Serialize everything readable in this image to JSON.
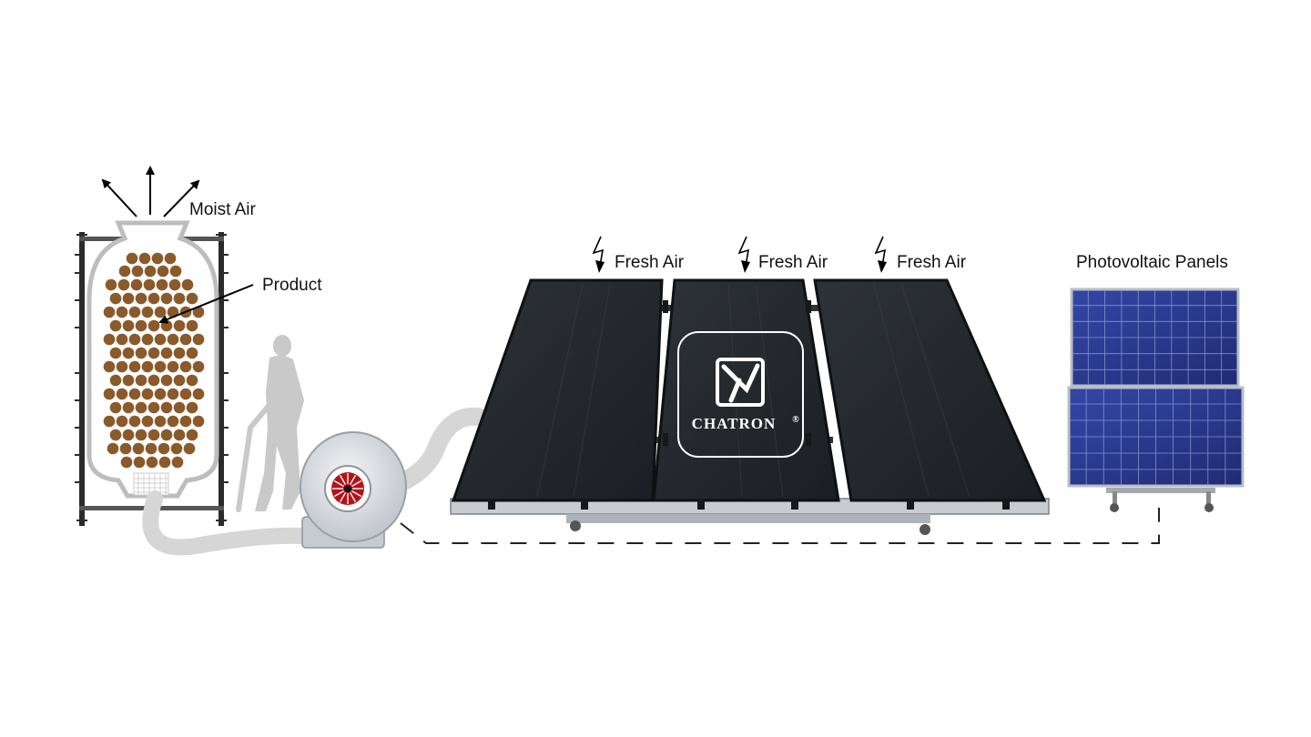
{
  "labels": {
    "moist_air": "Moist Air",
    "product": "Product",
    "fresh_air": [
      "Fresh Air",
      "Fresh Air",
      "Fresh Air"
    ],
    "photovoltaic": "Photovoltaic Panels"
  },
  "logo": {
    "text": "CHATRON",
    "mark": "®"
  },
  "components": [
    {
      "id": "dryer",
      "icon": "dryer-chamber-icon"
    },
    {
      "id": "person",
      "icon": "person-silhouette-icon"
    },
    {
      "id": "blower",
      "icon": "blower-fan-icon"
    },
    {
      "id": "collectors",
      "icon": "solar-air-collector-icon"
    },
    {
      "id": "pv",
      "icon": "photovoltaic-panel-icon"
    }
  ],
  "colors": {
    "product": "#8a5a2b",
    "collector": "#23272c",
    "pv_cell": "#2a3a8c",
    "duct": "#cfcfcf",
    "frame": "#2b2b2b",
    "blower_red": "#b3121a"
  }
}
